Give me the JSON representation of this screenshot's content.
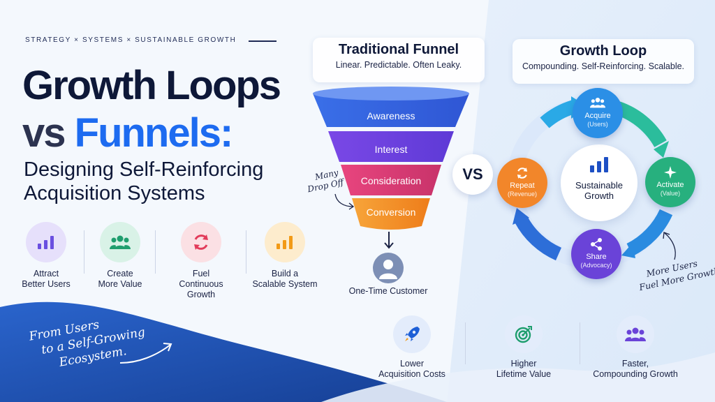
{
  "tagline": "STRATEGY  ×  SYSTEMS  ×  SUSTAINABLE GROWTH",
  "title": {
    "line1": "Growth Loops",
    "vs": "vs",
    "funnels": "Funnels:",
    "subtitle_line1": "Designing Self-Reinforcing",
    "subtitle_line2": "Acquisition Systems"
  },
  "features": [
    {
      "label1": "Attract",
      "label2": "Better Users",
      "icon": "bar-chart-icon",
      "color": "#6a4fe0",
      "bg": "#e6e0fb"
    },
    {
      "label1": "Create",
      "label2": "More Value",
      "icon": "users-icon",
      "color": "#1f9e6e",
      "bg": "#d9f2e7"
    },
    {
      "label1": "Fuel",
      "label2": "Continuous Growth",
      "icon": "refresh-icon",
      "color": "#e23b5a",
      "bg": "#fbe0e4"
    },
    {
      "label1": "Build a",
      "label2": "Scalable System",
      "icon": "bar-chart-icon",
      "color": "#f29a16",
      "bg": "#fdeccd"
    }
  ],
  "funnel": {
    "title": "Traditional Funnel",
    "subtitle": "Linear. Predictable. Often Leaky.",
    "stages": [
      "Awareness",
      "Interest",
      "Consideration",
      "Conversion"
    ],
    "drop_note_line1": "Many",
    "drop_note_line2": "Drop Off",
    "result": "One-Time Customer"
  },
  "vs_badge": "VS",
  "loop": {
    "title": "Growth Loop",
    "subtitle": "Compounding. Self-Reinforcing. Scalable.",
    "center_line1": "Sustainable",
    "center_line2": "Growth",
    "nodes": {
      "acquire": {
        "title": "Acquire",
        "sub": "(Users)"
      },
      "activate": {
        "title": "Activate",
        "sub": "(Value)"
      },
      "share": {
        "title": "Share",
        "sub": "(Advocacy)"
      },
      "repeat": {
        "title": "Repeat",
        "sub": "(Revenue)"
      }
    },
    "note_line1": "More Users",
    "note_line2": "Fuel More Growth"
  },
  "bottom_note": {
    "line1": "From Users",
    "line2": "to a Self-Growing",
    "line3": "Ecosystem."
  },
  "benefits": [
    {
      "label1": "Lower",
      "label2": "Acquisition Costs",
      "icon": "rocket-icon"
    },
    {
      "label1": "Higher",
      "label2": "Lifetime Value",
      "icon": "target-icon"
    },
    {
      "label1": "Faster,",
      "label2": "Compounding Growth",
      "icon": "users-icon"
    }
  ],
  "colors": {
    "brand_blue": "#1d6bf0",
    "dark_navy": "#0e1838",
    "bottom_wave": "#1f4fb0"
  }
}
